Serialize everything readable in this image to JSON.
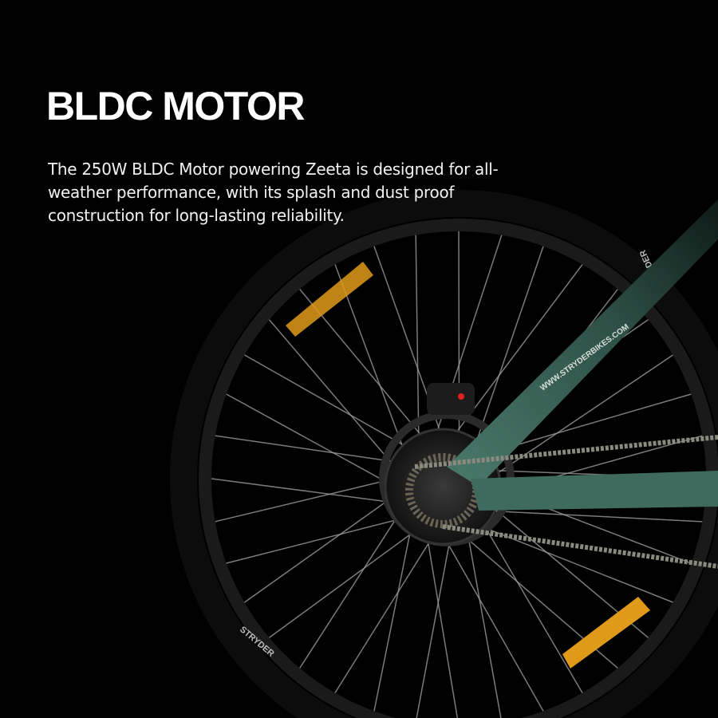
{
  "heading": "BLDC MOTOR",
  "description": "The 250W BLDC Motor powering Zeeta is designed for all-weather performance, with its splash and dust proof construction for long-lasting reliability.",
  "image": {
    "frame_lettering": "WWW.STRYDERBIKES.COM",
    "rim_lettering": "STRYDER",
    "colors": {
      "background": "#000000",
      "frame": "#3f6b5e",
      "reflector": "#e09a1a",
      "text": "#ffffff"
    }
  }
}
